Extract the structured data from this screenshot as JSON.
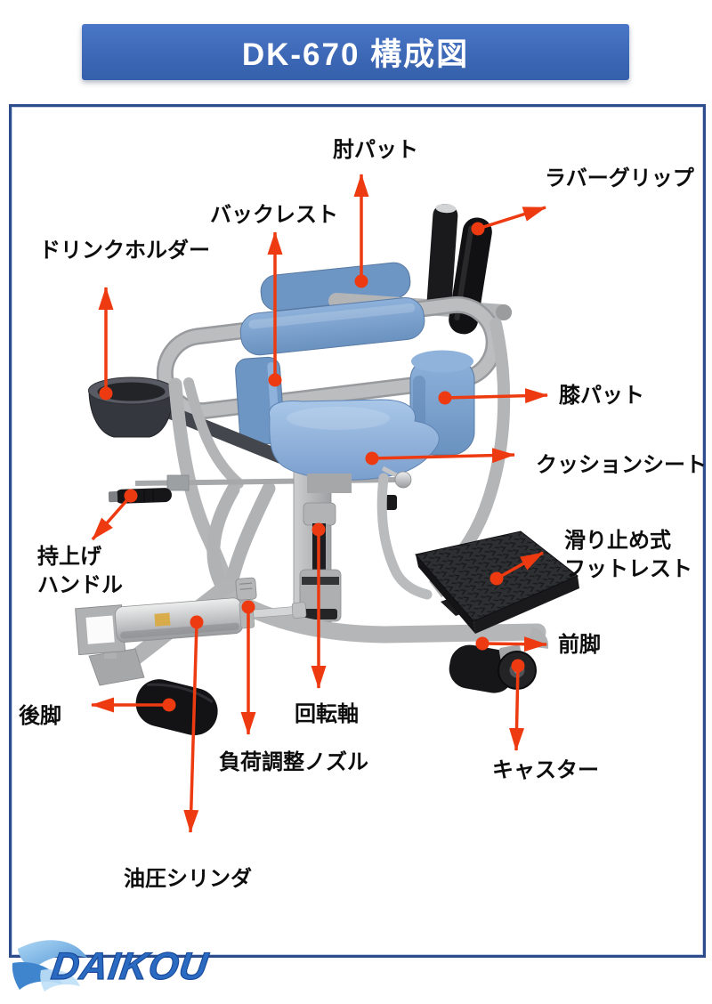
{
  "header": {
    "title": "DK-670 構成図"
  },
  "logo": {
    "text": "DAIKOU"
  },
  "parts": [
    {
      "id": "elbow-pad",
      "label": "肘パット"
    },
    {
      "id": "rubber-grip",
      "label": "ラバーグリップ"
    },
    {
      "id": "backrest",
      "label": "バックレスト"
    },
    {
      "id": "drink-holder",
      "label": "ドリンクホルダー"
    },
    {
      "id": "knee-pad",
      "label": "膝パット"
    },
    {
      "id": "cushion-seat",
      "label": "クッションシート"
    },
    {
      "id": "lift-handle",
      "label": "持上げ\nハンドル"
    },
    {
      "id": "antislip-footrest",
      "label": "滑り止め式\nフットレスト"
    },
    {
      "id": "front-leg",
      "label": "前脚"
    },
    {
      "id": "rear-leg",
      "label": "後脚"
    },
    {
      "id": "rotation-shaft",
      "label": "回転軸"
    },
    {
      "id": "load-adjust-nozzle",
      "label": "負荷調整ノズル"
    },
    {
      "id": "caster",
      "label": "キャスター"
    },
    {
      "id": "hydraulic-cylinder",
      "label": "油圧シリンダ"
    }
  ],
  "colors": {
    "arrow_red": "#ee3a10",
    "header_blue": "#3d68b6",
    "border_blue": "#2c4c8c",
    "pad_blue": "#7aa2cf",
    "frame_gray": "#b5b6b8",
    "logo_blue": "#2b6ac1"
  }
}
